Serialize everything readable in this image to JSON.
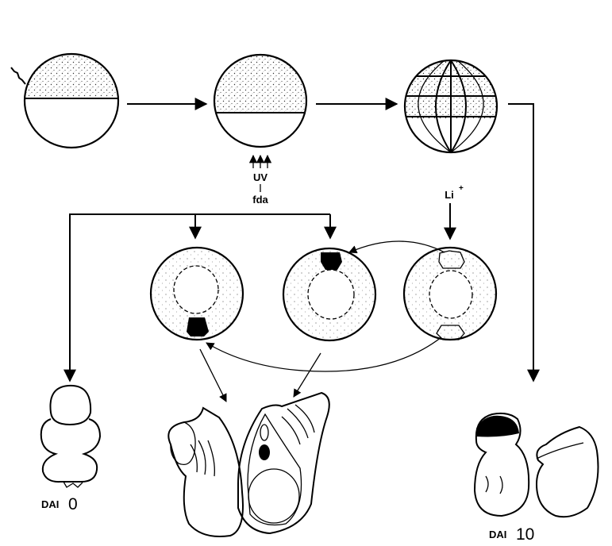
{
  "diagram": {
    "type": "embryology-flow-diagram",
    "nodes": [
      {
        "id": "fertilized-egg",
        "desc": "Fertilized egg with sperm entry, pigmented animal hemisphere"
      },
      {
        "id": "uv-egg",
        "desc": "Egg receiving UV irradiation at vegetal pole"
      },
      {
        "id": "lithium-egg",
        "desc": "Cleavage-stage embryo treated with lithium"
      },
      {
        "id": "gastrula-ventral-graft",
        "desc": "Gastrula with dorsal lip grafted ventrally"
      },
      {
        "id": "gastrula-dorsal-graft",
        "desc": "Gastrula with dorsal lip grafted at animal side"
      },
      {
        "id": "gastrula-lithium",
        "desc": "Lithium-treated gastrula donor with two lip regions"
      },
      {
        "id": "embryo-dai0",
        "desc": "Ventralized embryo, DAI 0"
      },
      {
        "id": "embryo-rescued",
        "desc": "Rescued / twinned embryos"
      },
      {
        "id": "embryo-dai10",
        "desc": "Dorsalized embryos, DAI 10"
      }
    ],
    "labels": {
      "uv": "UV",
      "fda": "fda",
      "lithium": "Li",
      "lithium_sup": "+",
      "dai_left_text": "DAI",
      "dai_left_value": "0",
      "dai_right_text": "DAI",
      "dai_right_value": "10"
    },
    "colors": {
      "ink": "#000000",
      "background": "#ffffff",
      "stipple": "#9a9a9a"
    }
  }
}
